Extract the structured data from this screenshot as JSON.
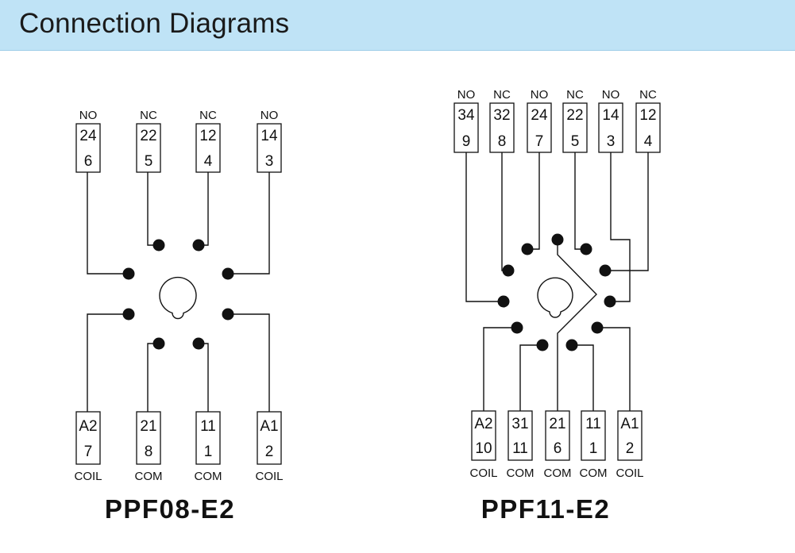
{
  "header": {
    "title": "Connection  Diagrams"
  },
  "diagrams": [
    {
      "model": "PPF08-E2",
      "top_terminals": [
        {
          "type": "NO",
          "upper": "24",
          "lower": "6"
        },
        {
          "type": "NC",
          "upper": "22",
          "lower": "5"
        },
        {
          "type": "NC",
          "upper": "12",
          "lower": "4"
        },
        {
          "type": "NO",
          "upper": "14",
          "lower": "3"
        }
      ],
      "bottom_terminals": [
        {
          "type": "COIL",
          "upper": "A2",
          "lower": "7"
        },
        {
          "type": "COM",
          "upper": "21",
          "lower": "8"
        },
        {
          "type": "COM",
          "upper": "11",
          "lower": "1"
        },
        {
          "type": "COIL",
          "upper": "A1",
          "lower": "2"
        }
      ]
    },
    {
      "model": "PPF11-E2",
      "top_terminals": [
        {
          "type": "NO",
          "upper": "34",
          "lower": "9"
        },
        {
          "type": "NC",
          "upper": "32",
          "lower": "8"
        },
        {
          "type": "NO",
          "upper": "24",
          "lower": "7"
        },
        {
          "type": "NC",
          "upper": "22",
          "lower": "5"
        },
        {
          "type": "NO",
          "upper": "14",
          "lower": "3"
        },
        {
          "type": "NC",
          "upper": "12",
          "lower": "4"
        }
      ],
      "bottom_terminals": [
        {
          "type": "COIL",
          "upper": "A2",
          "lower": "10"
        },
        {
          "type": "COM",
          "upper": "31",
          "lower": "11"
        },
        {
          "type": "COM",
          "upper": "21",
          "lower": "6"
        },
        {
          "type": "COM",
          "upper": "11",
          "lower": "1"
        },
        {
          "type": "COIL",
          "upper": "A1",
          "lower": "2"
        }
      ]
    }
  ]
}
